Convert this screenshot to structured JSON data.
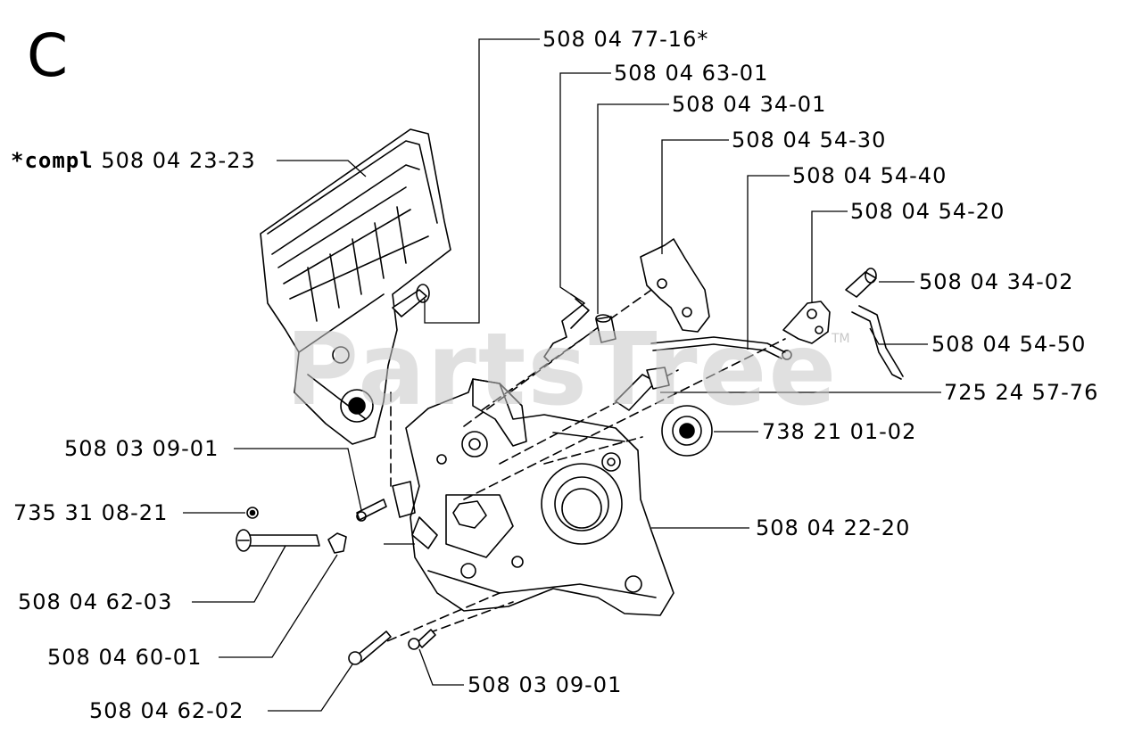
{
  "section_letter": "C",
  "watermark": "PartsTree",
  "watermark_tm": "TM",
  "callouts": {
    "c1": "508 04 77-16*",
    "c2": "508 04 63-01",
    "c3": "508 04 34-01",
    "c4": "508 04 54-30",
    "c5": "508 04 54-40",
    "c6": "508 04 54-20",
    "c7": "508 04 34-02",
    "c8": "508 04 54-50",
    "c9": "725 24 57-76",
    "c10": "738 21 01-02",
    "c11": "508 04 22-20",
    "c12_prefix": "*compl",
    "c12": "508 04 23-23",
    "c13": "508 03 09-01",
    "c14": "735 31 08-21",
    "c15": "508 04 62-03",
    "c16": "508 04 60-01",
    "c17": "508 04 62-02",
    "c18": "508 03 09-01"
  }
}
